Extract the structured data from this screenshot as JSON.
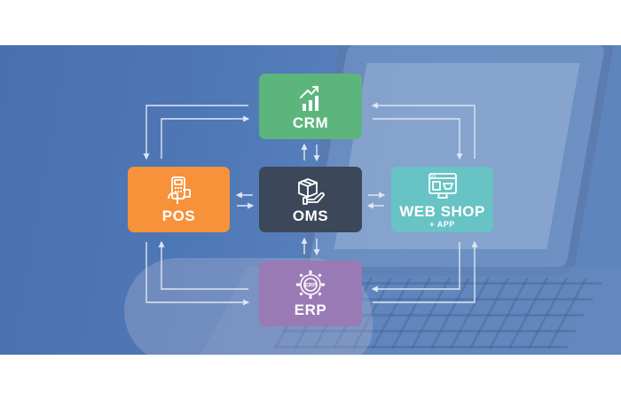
{
  "diagram": {
    "nodes": {
      "crm": {
        "label": "CRM",
        "icon": "growth-chart-icon",
        "color": "#5cb57c"
      },
      "pos": {
        "label": "POS",
        "icon": "payment-terminal-icon",
        "color": "#f7913a"
      },
      "oms": {
        "label": "OMS",
        "icon": "package-hand-icon",
        "color": "#3c4759"
      },
      "web": {
        "label": "WEB SHOP",
        "sublabel": "+ APP",
        "icon": "web-store-icon",
        "color": "#68c3c4"
      },
      "erp": {
        "label": "ERP",
        "icon": "erp-gear-icon",
        "color": "#9a7ab5"
      }
    },
    "background_color": "#4f78b6",
    "connector_color": "#dde6f3"
  }
}
